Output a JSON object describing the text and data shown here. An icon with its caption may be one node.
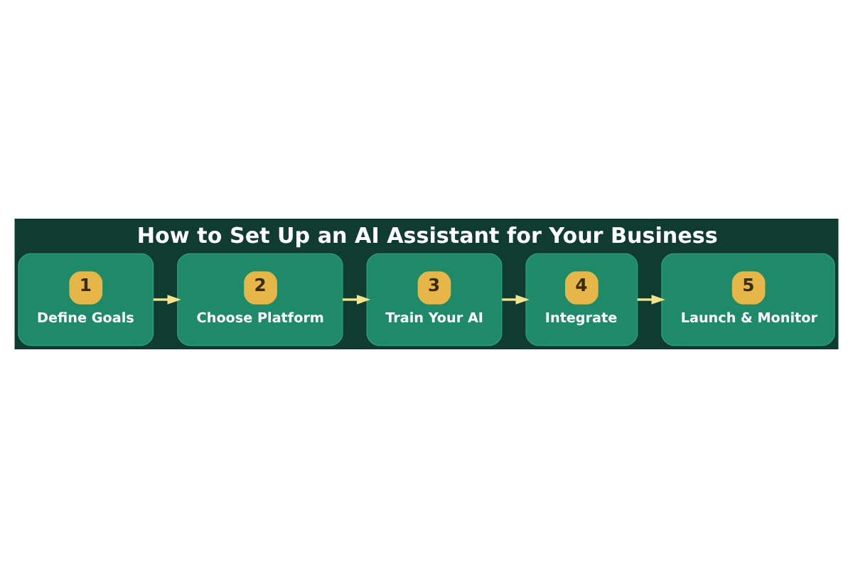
{
  "diagram": {
    "title": "How to Set Up an AI Assistant for Your Business",
    "nodes": [
      {
        "text": [
          "1",
          "Define Goals"
        ]
      },
      {
        "text": [
          "2",
          "Choose Platform"
        ]
      },
      {
        "text": [
          "3",
          "Train Your AI"
        ]
      },
      {
        "text": [
          "4",
          "Integrate"
        ]
      },
      {
        "text": [
          "5",
          "Launch & Monitor"
        ]
      }
    ],
    "edges": [
      {
        "from": 0,
        "to": 1,
        "arrow": "to"
      },
      {
        "from": 1,
        "to": 2,
        "arrow": "to"
      },
      {
        "from": 2,
        "to": 3,
        "arrow": "to"
      },
      {
        "from": 3,
        "to": 4,
        "arrow": "to"
      }
    ]
  }
}
